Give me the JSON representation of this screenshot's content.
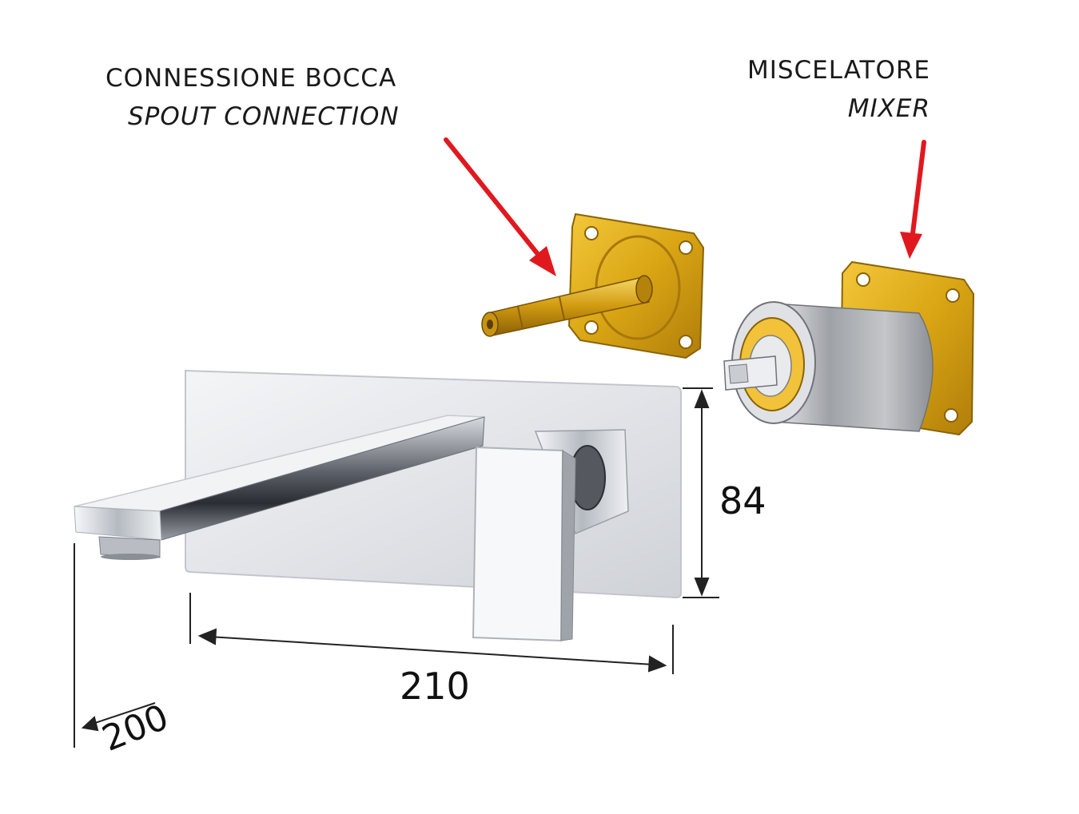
{
  "labels": {
    "spout_connection_it": "CONNESSIONE BOCCA",
    "spout_connection_en": "SPOUT CONNECTION",
    "mixer_it": "MISCELATORE",
    "mixer_en": "MIXER"
  },
  "dimensions": {
    "height": "84",
    "width": "210",
    "depth": "200"
  },
  "colors": {
    "arrow": "#e0191f",
    "brass": "#d9a514",
    "chrome": "#c9cdd2",
    "dimension_line": "#222222"
  }
}
